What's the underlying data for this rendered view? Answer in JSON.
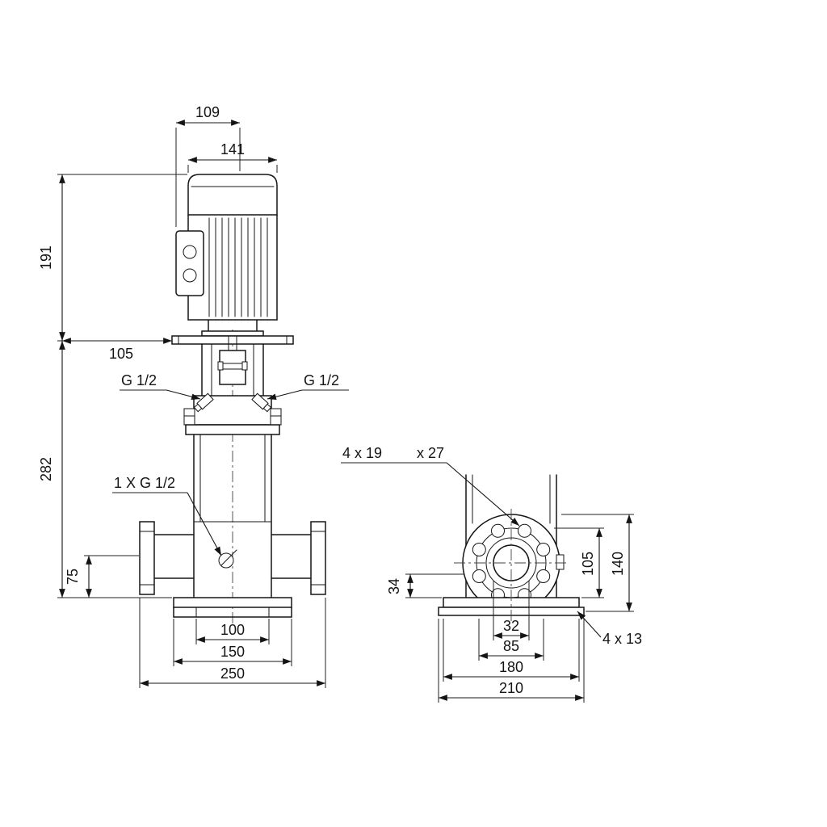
{
  "colors": {
    "background": "#ffffff",
    "line": "#141414"
  },
  "dims": {
    "d109": "109",
    "d141": "141",
    "d191": "191",
    "d105_stool": "105",
    "d282": "282",
    "g_left": "G 1/2",
    "g_right": "G 1/2",
    "drain": "1 X G 1/2",
    "d75": "75",
    "d100": "100",
    "d150": "150",
    "d250": "250",
    "flange_holes": "4 x 19",
    "flange_holes_depth": "x 27",
    "d34": "34",
    "d105_bolt_circle": "105",
    "d140": "140",
    "d32": "32",
    "d85": "85",
    "d180": "180",
    "d210": "210",
    "base_holes": "4 x 13"
  }
}
